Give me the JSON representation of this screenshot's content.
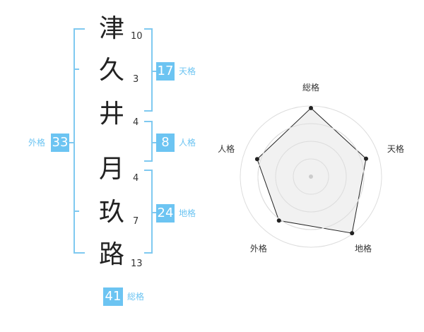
{
  "surname": [
    {
      "char": "津",
      "strokes": "10"
    },
    {
      "char": "久",
      "strokes": "3"
    },
    {
      "char": "井",
      "strokes": "4"
    }
  ],
  "given": [
    {
      "char": "月",
      "strokes": "4"
    },
    {
      "char": "玖",
      "strokes": "7"
    },
    {
      "char": "路",
      "strokes": "13"
    }
  ],
  "kaku": {
    "ten": {
      "value": "17",
      "label": "天格"
    },
    "jin": {
      "value": "8",
      "label": "人格"
    },
    "chi": {
      "value": "24",
      "label": "地格"
    },
    "gai": {
      "value": "33",
      "label": "外格"
    },
    "sou": {
      "value": "41",
      "label": "総格"
    }
  },
  "colors": {
    "accent": "#6cc4f2",
    "bracket": "#7fc9f0",
    "radar_fill": "#eeeeee",
    "radar_line": "#222222"
  },
  "chart_data": {
    "type": "radar",
    "axes": [
      "総格",
      "天格",
      "地格",
      "外格",
      "人格"
    ],
    "values": [
      0.97,
      0.82,
      0.99,
      0.77,
      0.8
    ],
    "range": [
      0,
      1
    ],
    "rings": 4,
    "grid": true
  }
}
